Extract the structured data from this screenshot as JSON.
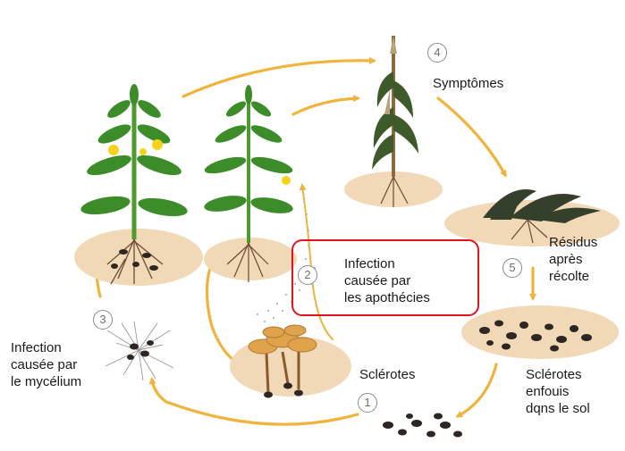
{
  "steps": [
    {
      "number": "1",
      "lines": [
        "Sclérotes"
      ]
    },
    {
      "number": "2",
      "lines": [
        "Infection",
        "causée par",
        "les apothécies"
      ]
    },
    {
      "number": "3",
      "lines": [
        "Infection",
        "causée par",
        "le mycélium"
      ]
    },
    {
      "number": "4",
      "lines": [
        "Symptômes"
      ]
    },
    {
      "number": "5",
      "lines": [
        "Résidus",
        "après",
        "récolte"
      ]
    }
  ],
  "extra_label": {
    "lines": [
      "Sclérotes",
      "enfouis",
      "dqns le sol"
    ]
  },
  "colors": {
    "arrow": "#f0b43c",
    "highlight": "#e0141e",
    "soil": "#f1d9b8",
    "stem": "#4e9a2e",
    "leaf": "#3d8c2a",
    "flower": "#f5d31c",
    "sclerote": "#2e2620",
    "apothecia": "#e0a24a"
  },
  "highlighted_step": "2"
}
